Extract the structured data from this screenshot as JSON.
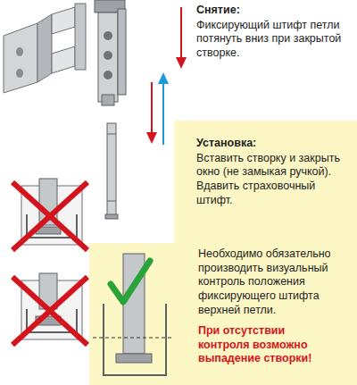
{
  "diagram": {
    "nodes": [
      {
        "text": [
          "Установка:",
          "Вставить створку и закрыть окно (не замыкая ручкой). Вдавить страховочный штифт.",
          "Необходимо обязательно производить визуальный контроль положения фиксирующего штифта верхней петли.",
          "При отсутствии контроля возможно выпадение створки!"
        ]
      }
    ],
    "labels": [
      "Снятие:",
      "Фиксирующий штифт петли потянуть вниз при закрытой створке."
    ]
  }
}
